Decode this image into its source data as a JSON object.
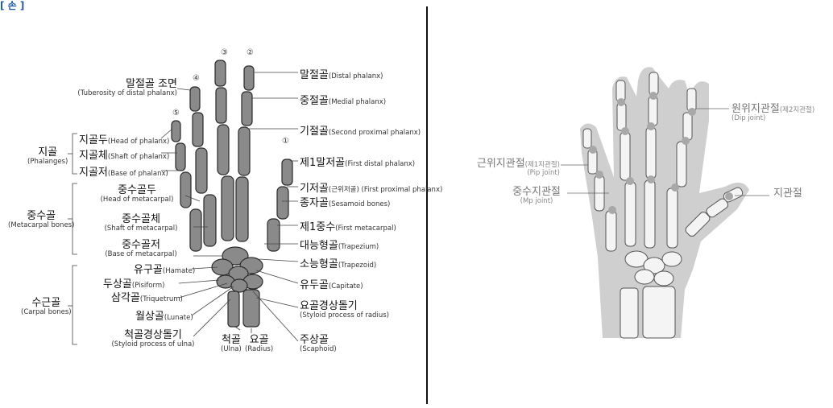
{
  "header": {
    "label": "[ 손 ]"
  },
  "left": {
    "numbers": [
      "①",
      "②",
      "③",
      "④",
      "⑤"
    ],
    "groups": {
      "phalanges": {
        "kr": "지골",
        "en": "(Phalanges)"
      },
      "metacarpal": {
        "kr": "중수골",
        "en": "(Metacarpal bones)"
      },
      "carpal": {
        "kr": "수근골",
        "en": "(Carpal bones)"
      }
    },
    "left_labels": {
      "tuberosity": {
        "kr": "말절골 조면",
        "en": "(Tuberosity of distal phalanx)"
      },
      "head_phalanx": {
        "kr": "지골두",
        "en": "(Head of phalanx)"
      },
      "shaft_phalanx": {
        "kr": "지골체",
        "en": "(Shaft of phalanx)"
      },
      "base_phalanx": {
        "kr": "지골저",
        "en": "(Base of phalanx)"
      },
      "head_meta": {
        "kr": "중수골두",
        "en": "(Head of metacarpal)"
      },
      "shaft_meta": {
        "kr": "중수골체",
        "en": "(Shaft of metacarpal)"
      },
      "base_meta": {
        "kr": "중수골저",
        "en": "(Base of metacarpal)"
      },
      "hamate": {
        "kr": "유구골",
        "en": "(Hamate)"
      },
      "pisiform": {
        "kr": "두상골",
        "en": "(Pisiform)"
      },
      "triquetrum": {
        "kr": "삼각골",
        "en": "(Triquetrum)"
      },
      "lunate": {
        "kr": "월상골",
        "en": "(Lunate)"
      },
      "styloid_ulna": {
        "kr": "척골경상돌기",
        "en": "(Styloid process of ulna)"
      },
      "ulna": {
        "kr": "척골",
        "en": "(Ulna)"
      },
      "radius": {
        "kr": "요골",
        "en": "(Radius)"
      }
    },
    "right_labels": {
      "distal": {
        "kr": "말절골",
        "en": "(Distal phalanx)"
      },
      "medial": {
        "kr": "중절골",
        "en": "(Medial phalanx)"
      },
      "second_proximal": {
        "kr": "기절골",
        "en": "(Second proximal phalanx)"
      },
      "first_distal": {
        "kr": "제1말저골",
        "en": "(First distal phalanx)"
      },
      "first_proximal": {
        "kr": "기저골",
        "en": "(근위저골) (First proximal phalanx)"
      },
      "sesamoid": {
        "kr": "종자골",
        "en": "(Sesamoid bones)"
      },
      "first_metacarpal": {
        "kr": "제1중수",
        "en": "(First metacarpal)"
      },
      "trapezium": {
        "kr": "대능형골",
        "en": "(Trapezium)"
      },
      "trapezoid": {
        "kr": "소능형골",
        "en": "(Trapezoid)"
      },
      "capitate": {
        "kr": "유두골",
        "en": "(Capitate)"
      },
      "styloid_radius": {
        "kr": "요골경상돌기",
        "en": "(Styloid process of radius)"
      },
      "scaphoid": {
        "kr": "주상골",
        "en": "(Scaphoid)"
      }
    }
  },
  "right": {
    "dip": {
      "kr": "원위지관절",
      "sub": "(제2지관절)",
      "en": "(Dip joint)"
    },
    "pip": {
      "kr": "근위지관절",
      "sub": "(제1지관절)",
      "en": "(Pip joint)"
    },
    "mp": {
      "kr": "중수지관절",
      "en": "(Mp joint)"
    },
    "thumb": {
      "kr": "지관절"
    }
  }
}
